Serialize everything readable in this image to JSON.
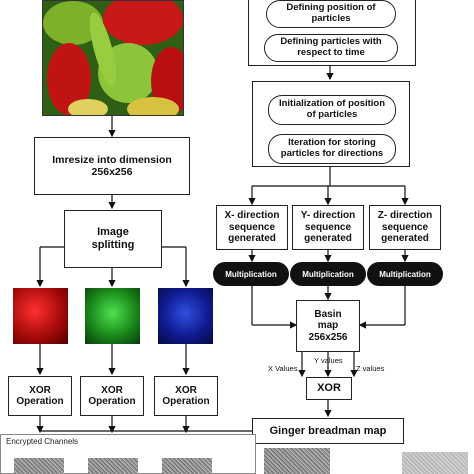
{
  "left": {
    "resize_box": "Imresize into dimension\n256x256",
    "split_box": "Image\nsplitting",
    "xor_ops": [
      "XOR\nOperation",
      "XOR\nOperation",
      "XOR\nOperation"
    ]
  },
  "right": {
    "top_pills": [
      "Defining position of\nparticles",
      "Defining particles with\nrespect to time"
    ],
    "mid_pills": [
      "Initialization of position\nof particles",
      "Iteration for storing\nparticles for directions"
    ],
    "direction_boxes": [
      "X- direction\nsequence\ngenerated",
      "Y- direction\nsequence\ngenerated",
      "Z- direction\nsequence\ngenerated"
    ],
    "multiplication": [
      "Multiplication",
      "Multiplication",
      "Multiplication"
    ],
    "basin_box": "Basin\nmap\n256x256",
    "value_labels": [
      "X Values",
      "Y values",
      "Z values"
    ],
    "xor_box": "XOR",
    "ginger_box": "Ginger breadman map"
  },
  "bottom": {
    "encrypted_title": "Encrypted Channels"
  },
  "colors": {
    "red_channel": "#d01010",
    "green_channel": "#30c030",
    "blue_channel": "#1020c0",
    "pill_dark": "#111111"
  },
  "icons": [
    "peppers-photo",
    "red-channel-image",
    "green-channel-image",
    "blue-channel-image",
    "noise-image"
  ]
}
